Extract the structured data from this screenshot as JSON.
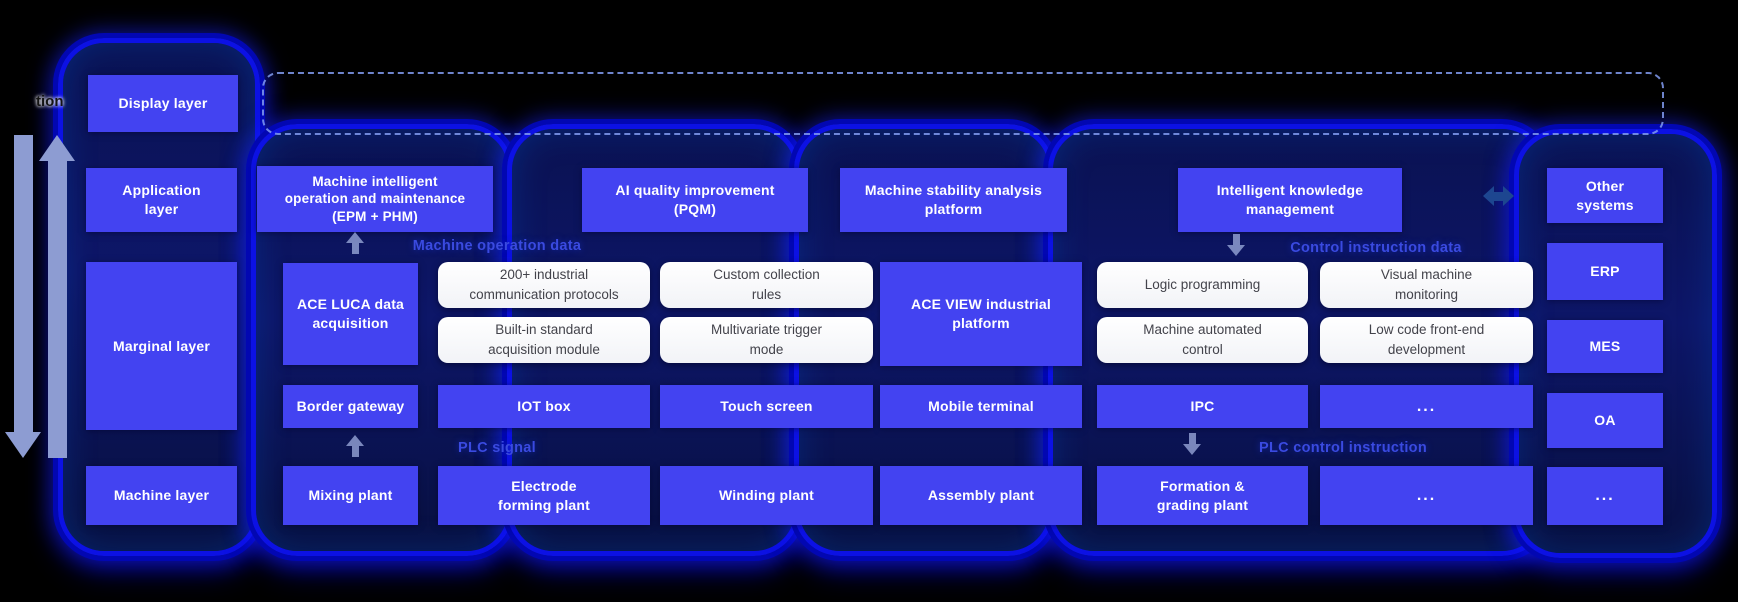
{
  "colors": {
    "box_blue": "#4343f1",
    "container_fill": "#0d1668",
    "container_border": "#0c11e4",
    "flow_label_blue": "#3a4ae0",
    "dashed_border": "#829cf0",
    "light_arrow": "#8d9cd2",
    "dark_arrow": "#1d4690",
    "white_box_text": "#43434b",
    "background": "#000000"
  },
  "left_partial_text": "tion",
  "layer_column": {
    "display": "Display layer",
    "application": "Application\nlayer",
    "marginal": "Marginal layer",
    "machine": "Machine layer"
  },
  "application_row": {
    "epm_phm": "Machine intelligent\noperation and maintenance\n(EPM + PHM)",
    "pqm": "AI quality improvement\n(PQM)",
    "stability": "Machine stability analysis\nplatform",
    "knowledge": "Intelligent knowledge\nmanagement"
  },
  "marginal_row": {
    "ace_luca": "ACE LUCA data\nacquisition",
    "protocols": "200+ industrial\ncommunication protocols",
    "builtin_module": "Built-in standard\nacquisition module",
    "custom_rules": "Custom collection\nrules",
    "multivariate": "Multivariate trigger\nmode",
    "ace_view": "ACE VIEW industrial\nplatform",
    "logic_programming": "Logic programming",
    "machine_automated": "Machine automated\ncontrol",
    "visual_monitoring": "Visual machine\nmonitoring",
    "low_code": "Low code front-end\ndevelopment"
  },
  "device_row": {
    "border_gateway": "Border gateway",
    "iot_box": "IOT box",
    "touch_screen": "Touch screen",
    "mobile_terminal": "Mobile terminal",
    "ipc": "IPC",
    "ellipsis": "..."
  },
  "machine_row": {
    "mixing": "Mixing plant",
    "electrode": "Electrode\nforming plant",
    "winding": "Winding plant",
    "assembly": "Assembly plant",
    "formation": "Formation &\ngrading plant",
    "ellipsis": "..."
  },
  "flow_labels": {
    "machine_operation_data": "Machine operation data",
    "control_instruction_data": "Control instruction data",
    "plc_signal": "PLC signal",
    "plc_control_instruction": "PLC control instruction"
  },
  "right_column": {
    "title": "Other\nsystems",
    "items": [
      "ERP",
      "MES",
      "OA",
      "..."
    ]
  }
}
